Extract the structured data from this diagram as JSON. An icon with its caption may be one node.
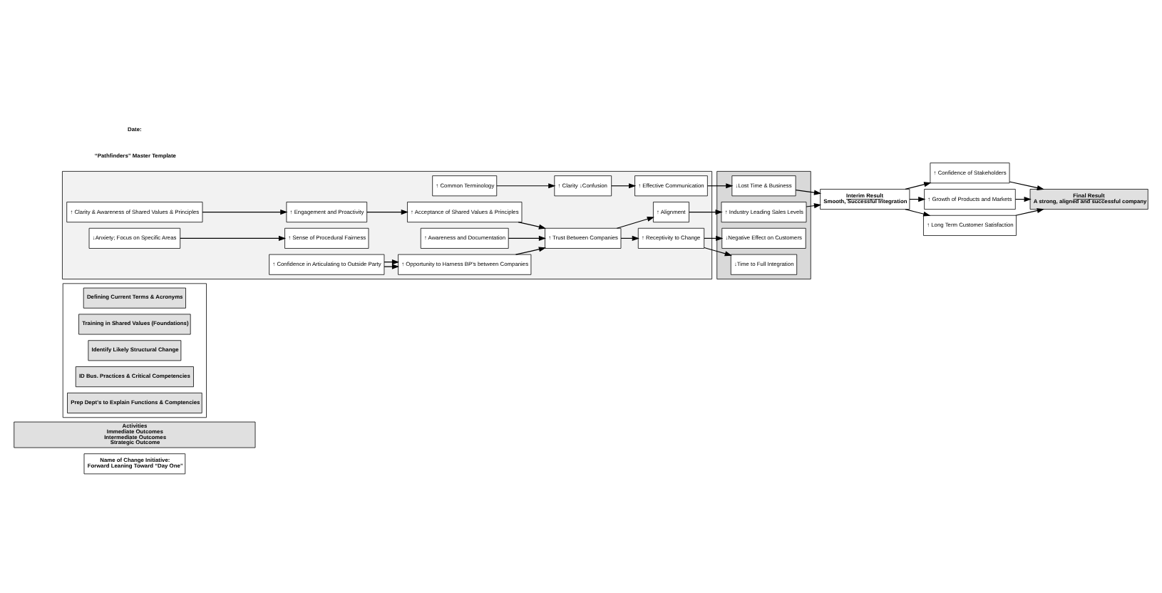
{
  "diagram": {
    "nodes": [
      {
        "text": [
          "Name of Change Initiative:",
          "Forward Leaning Toward “Day One”"
        ]
      },
      {
        "text": [
          "Activities",
          "Immediate Outcomes",
          "Intermediate Outcomes",
          "Strategic Outcome"
        ]
      },
      {
        "text": [],
        "shape": "box"
      },
      {
        "text": [
          "Defining Current Terms & Acronyms"
        ],
        "in": 2
      },
      {
        "text": [
          "Training in Shared Values (Foundations)"
        ],
        "in": 2
      },
      {
        "text": [
          "Identify Likely Structural Change"
        ],
        "in": 2
      },
      {
        "text": [
          "ID Bus. Practices & Critical Competencies"
        ],
        "in": 2
      },
      {
        "text": [
          "Prep Dept’s to Explain Functions & Comptencies"
        ],
        "in": 2
      },
      {
        "text": [],
        "shape": "box"
      },
      {
        "text": [
          "↑ Common Terminology"
        ],
        "in": 8
      },
      {
        "text": [
          "↑ Clarity ↓Confusion"
        ],
        "in": 8
      },
      {
        "text": [
          "↑ Effective Communication"
        ],
        "in": 8
      },
      {
        "text": [
          "↑ Clarity & Awareness of Shared Values & Principles"
        ],
        "in": 8
      },
      {
        "text": [
          "↑ Engagement and Proactivity"
        ],
        "in": 8
      },
      {
        "text": [
          "↑ Acceptance of Shared Values & Principles"
        ],
        "in": 8
      },
      {
        "text": [
          "↓Anxiety; Focus on Specific Areas"
        ],
        "in": 8
      },
      {
        "text": [
          "↑ Sense of Procedural Fairness"
        ],
        "in": 8
      },
      {
        "text": [
          "↑ Receptivity to Change"
        ],
        "in": 8
      },
      {
        "text": [
          "↑ Awareness and Documentation"
        ],
        "in": 8
      },
      {
        "text": [
          "↑ Trust Between Companies"
        ],
        "in": 8
      },
      {
        "text": [
          "↑ Alignment"
        ],
        "in": 8
      },
      {
        "text": [
          "↑ Confidence in Articulating to Outside Party"
        ],
        "in": 8
      },
      {
        "text": [
          "↑ Opportunity to Harness BP’s between Companies"
        ],
        "in": 8
      },
      {
        "text": [],
        "shape": "box"
      },
      {
        "text": [
          "↓Lost Time & Business"
        ],
        "in": 23
      },
      {
        "text": [
          "↓Time to Full Integration"
        ],
        "in": 23
      },
      {
        "text": [
          "↓Negative Effect on Customers"
        ],
        "in": 23
      },
      {
        "text": [
          "↑ Industry Leading Sales Levels"
        ],
        "in": 23
      },
      {
        "text": [
          "Interim Result",
          "Smooth, Successful Integration"
        ]
      },
      {
        "text": [
          "↑ Confidence of Stakeholders"
        ]
      },
      {
        "text": [
          "↑ Growth of Products and Markets"
        ]
      },
      {
        "text": [
          "↑ Long Term Customer Satisfaction"
        ]
      },
      {
        "text": [
          "Final Result",
          "A strong, aligned and successful company"
        ]
      }
    ],
    "edges": [
      {
        "from": 9,
        "to": 10,
        "arrow": "to"
      },
      {
        "from": 10,
        "to": 11,
        "arrow": "to"
      },
      {
        "from": 11,
        "to": 24,
        "arrow": "to"
      },
      {
        "from": 12,
        "to": 13,
        "arrow": "to"
      },
      {
        "from": 13,
        "to": 14,
        "arrow": "to"
      },
      {
        "from": 14,
        "to": 19,
        "arrow": "to"
      },
      {
        "from": 15,
        "to": 16,
        "arrow": "to"
      },
      {
        "from": 18,
        "to": 19,
        "arrow": "to"
      },
      {
        "from": 21,
        "to": 22,
        "arrow": "to"
      },
      {
        "from": 21,
        "to": 22,
        "arrow": "to"
      },
      {
        "from": 22,
        "to": 19,
        "arrow": "to"
      },
      {
        "from": 19,
        "to": 17,
        "arrow": "to"
      },
      {
        "from": 19,
        "to": 20,
        "arrow": "to"
      },
      {
        "from": 17,
        "to": 25,
        "arrow": "to"
      },
      {
        "from": 17,
        "to": 26,
        "arrow": "to"
      },
      {
        "from": 20,
        "to": 27,
        "arrow": "to"
      },
      {
        "from": 24,
        "to": 28,
        "arrow": "to"
      },
      {
        "from": 27,
        "to": 28,
        "arrow": "to"
      },
      {
        "from": 28,
        "to": 29,
        "arrow": "to"
      },
      {
        "from": 28,
        "to": 30,
        "arrow": "to"
      },
      {
        "from": 28,
        "to": 31,
        "arrow": "to"
      },
      {
        "from": 29,
        "to": 32,
        "arrow": "to"
      },
      {
        "from": 30,
        "to": 32,
        "arrow": "to"
      },
      {
        "from": 31,
        "to": 32,
        "arrow": "to"
      }
    ],
    "labels": [
      "“Pathfinders” Master Template",
      "Date:"
    ]
  }
}
